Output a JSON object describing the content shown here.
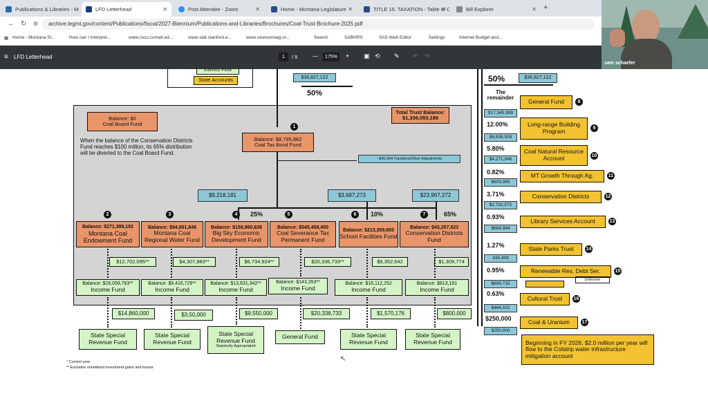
{
  "tabs": [
    {
      "label": "Publications & Libraries - Mont",
      "color": "#2b6cb0",
      "active": false
    },
    {
      "label": "LFD Letterhead",
      "color": "#1a3c7a",
      "active": true
    },
    {
      "label": "Post Attendee - Zoom",
      "color": "#2d8cff",
      "active": false
    },
    {
      "label": "Home - Montana Legislature",
      "color": "#2b4a8b",
      "active": false
    },
    {
      "label": "TITLE 15. TAXATION - Table of C",
      "color": "#2b4a8b",
      "active": false
    },
    {
      "label": "Bill Explorer",
      "color": "#888888",
      "active": false
    }
  ],
  "url": "archive.legmt.gov/content/Publications/fiscal/2027-Biennium/Publications-and-Libraries/Brochures/Coal-Trust-Brochure-2025.pdf",
  "bookmarks": [
    "Home - Montana St...",
    "How can I interpret...",
    "www.cscu.cornell.ed...",
    "www-stat.stanford.e...",
    "www.sciencemag.or...",
    "Search",
    "SABHRS",
    "SAS Web Editor",
    "Settings",
    "Internet Budget and..."
  ],
  "pdf": {
    "title": "LFD Letterhead",
    "page": "1",
    "pages": "/ 5",
    "zoom": "175%",
    "minus": "—",
    "plus": "+"
  },
  "zoom": {
    "name": "sam schaefer"
  },
  "doc": {
    "legend": {
      "interest": "Interest  Flow",
      "state": "State Accounts"
    },
    "top_amount": "$36,827,122",
    "top_pct": "50%",
    "coal_board": {
      "balance": "Balance: $0",
      "name": "Coal Board Fund"
    },
    "total_trust": {
      "label": "Total Trust Balance:",
      "value": "$1,336,053,186"
    },
    "note": "When the balance of the Conservation Districts Fund reaches $100 million, its 65% distribution will be diverted to the Coal Board Fund.",
    "tax_bond": {
      "balance": "Balance: $8,795,882",
      "name": "Coal Tax Bond Fund"
    },
    "transfers": "- $40,604 Transfers/Other Adjustments",
    "flow_amounts": [
      "$9,218,181",
      "$3,687,273",
      "$23,967,272"
    ],
    "pcts": [
      "25%",
      "10%",
      "65%"
    ],
    "funds": [
      {
        "n": "2",
        "balance": "Balance: $271,388,192",
        "name": "Montana Coal Endowment Fund",
        "amt": "$12,702,095**",
        "inc_bal": "Balance: $28,058,783**",
        "inc": "Income Fund",
        "out": "$14,860,000",
        "dest": "State Special Revenue Fund",
        "dest_sub": ""
      },
      {
        "n": "3",
        "balance": "Balance: $94,861,848",
        "name": "Montana Coal Regional Water Fund",
        "amt": "$4,307,883**",
        "inc_bal": "Balance: $9,416,729**",
        "inc": "Income Fund",
        "out": "$3,50,000",
        "dest": "State Special Revenue Fund",
        "dest_sub": ""
      },
      {
        "n": "4",
        "balance": "Balance: $158,980,636",
        "name": "Big Sky Economic Development Fund",
        "amt": "$6,734,924**",
        "inc_bal": "Balance: $13,631,342**",
        "inc": "Income Fund",
        "out": "$9,550,000",
        "dest": "State Special Revenue Fund",
        "dest_sub": "Statutorily Appropriated"
      },
      {
        "n": "5",
        "balance": "Balance: $545,459,450",
        "name": "Coal Severance Tax Permanent Fund",
        "amt": "$20,336,733**",
        "inc_bal": "Balance: $143,353**",
        "inc": "Income Fund",
        "out": "$20,336,733",
        "dest": "General Fund",
        "dest_sub": ""
      },
      {
        "n": "6",
        "balance": "Balance: $213,359,655",
        "name": "School Facilities Fund",
        "amt": "$9,352,642",
        "inc_bal": "Balance: $16,112,252",
        "inc": "Income Fund",
        "out": "$1,570,176",
        "dest": "State Special Revenue Fund",
        "dest_sub": ""
      },
      {
        "n": "7",
        "balance": "Balance: $43,257,523",
        "name": "Conservation Districts Fund",
        "amt": "$1,309,774",
        "inc_bal": "Balance: $813,181",
        "inc": "Income Fund",
        "out": "$800,000",
        "dest": "State Special Revenue Fund",
        "dest_sub": ""
      }
    ],
    "footnotes": [
      "*  Current year",
      "** Excludes unrealized investment gains and losses"
    ],
    "right": {
      "pct50": "50%",
      "amt50": "$36,827,122",
      "remainder": "The remainder",
      "items": [
        {
          "pct": "",
          "amt": "$17,345,999",
          "name": "General Fund",
          "n": "8"
        },
        {
          "pct": "12.00%",
          "amt": "$8,838,509",
          "name": "Long-range Building Program",
          "n": "9"
        },
        {
          "pct": "5.80%",
          "amt": "$4,271,946",
          "name": "Coal Natural Resource Account",
          "n": "10"
        },
        {
          "pct": "0.82%",
          "amt": "$603,965",
          "name": "MT Growth Through Ag.",
          "n": "11"
        },
        {
          "pct": "3.71%",
          "amt": "$2,732,572",
          "name": "Conservation Districts",
          "n": "12"
        },
        {
          "pct": "0.93%",
          "amt": "$684,984",
          "name": "Library Services Account",
          "n": "13"
        },
        {
          "pct": "1.27%",
          "amt": "935,409",
          "name": "State Parks Trust",
          "n": "14"
        },
        {
          "pct": "0.95%",
          "amt": "$899,715",
          "name": "Renewable Res. Debt Ser.",
          "n": "15"
        },
        {
          "pct": "0.63%",
          "amt": "$464,022",
          "name": "Cultural Trust",
          "n": "16"
        },
        {
          "pct": "$250,000",
          "amt": "$250,000",
          "name": "Coal & Uranium",
          "n": "17"
        }
      ],
      "unknown": "Unknown",
      "colstrip": "Beginning in FY 2026, $2.0 million per year will flow to the Colstrip water infrastructure mitigation account"
    }
  }
}
